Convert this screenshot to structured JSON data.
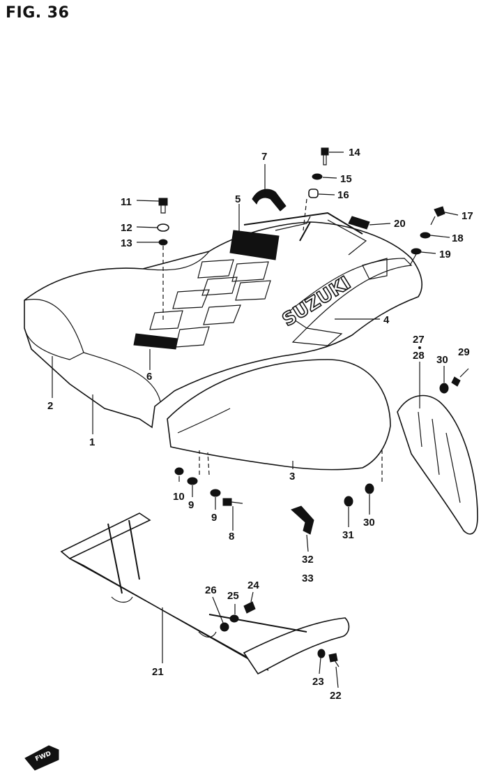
{
  "figure": {
    "title": "FIG. 36",
    "brand_text": "SUZUKI",
    "direction_marker": "FWD"
  },
  "callouts": [
    {
      "id": "c1",
      "text": "1"
    },
    {
      "id": "c2",
      "text": "2"
    },
    {
      "id": "c3",
      "text": "3"
    },
    {
      "id": "c4",
      "text": "4"
    },
    {
      "id": "c5",
      "text": "5"
    },
    {
      "id": "c6",
      "text": "6"
    },
    {
      "id": "c7",
      "text": "7"
    },
    {
      "id": "c8",
      "text": "8"
    },
    {
      "id": "c9a",
      "text": "9"
    },
    {
      "id": "c9b",
      "text": "9"
    },
    {
      "id": "c10",
      "text": "10"
    },
    {
      "id": "c11",
      "text": "11"
    },
    {
      "id": "c12",
      "text": "12"
    },
    {
      "id": "c13",
      "text": "13"
    },
    {
      "id": "c14",
      "text": "14"
    },
    {
      "id": "c15",
      "text": "15"
    },
    {
      "id": "c16",
      "text": "16"
    },
    {
      "id": "c17",
      "text": "17"
    },
    {
      "id": "c18",
      "text": "18"
    },
    {
      "id": "c19",
      "text": "19"
    },
    {
      "id": "c20",
      "text": "20"
    },
    {
      "id": "c21",
      "text": "21"
    },
    {
      "id": "c22",
      "text": "22"
    },
    {
      "id": "c23",
      "text": "23"
    },
    {
      "id": "c24",
      "text": "24"
    },
    {
      "id": "c25",
      "text": "25"
    },
    {
      "id": "c26",
      "text": "26"
    },
    {
      "id": "c27",
      "text": "27"
    },
    {
      "id": "c28",
      "text": "28"
    },
    {
      "id": "c29",
      "text": "29"
    },
    {
      "id": "c30a",
      "text": "30"
    },
    {
      "id": "c30b",
      "text": "30"
    },
    {
      "id": "c31",
      "text": "31"
    },
    {
      "id": "c32",
      "text": "32"
    },
    {
      "id": "c33",
      "text": "33"
    }
  ]
}
